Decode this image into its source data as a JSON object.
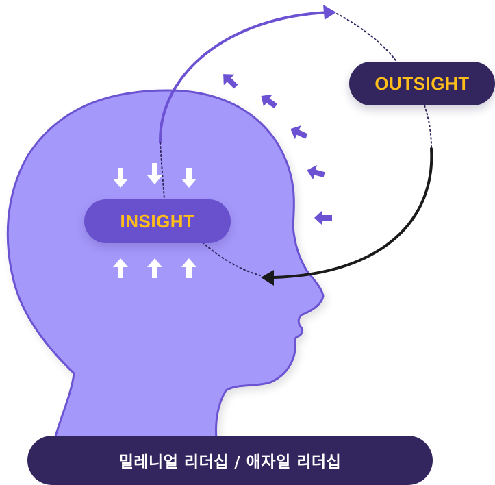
{
  "colors": {
    "head_fill": "#a598fb",
    "head_stroke": "#6c52d2",
    "arrow_purple": "#6c52d2",
    "insight_bg": "#6951cd",
    "dark": "#33265f",
    "label": "#ffbe1a",
    "loop_black": "#1a1a1a",
    "white_arrow": "#ffffff"
  },
  "icons": {
    "inward_arrows": "arrow-icon",
    "loop_arrowheads": "arrowhead-icon"
  },
  "labels": {
    "insight": "INSIGHT",
    "outsight": "OUTSIGHT",
    "caption": "밀레니얼 리더십 / 애자일 리더십"
  }
}
